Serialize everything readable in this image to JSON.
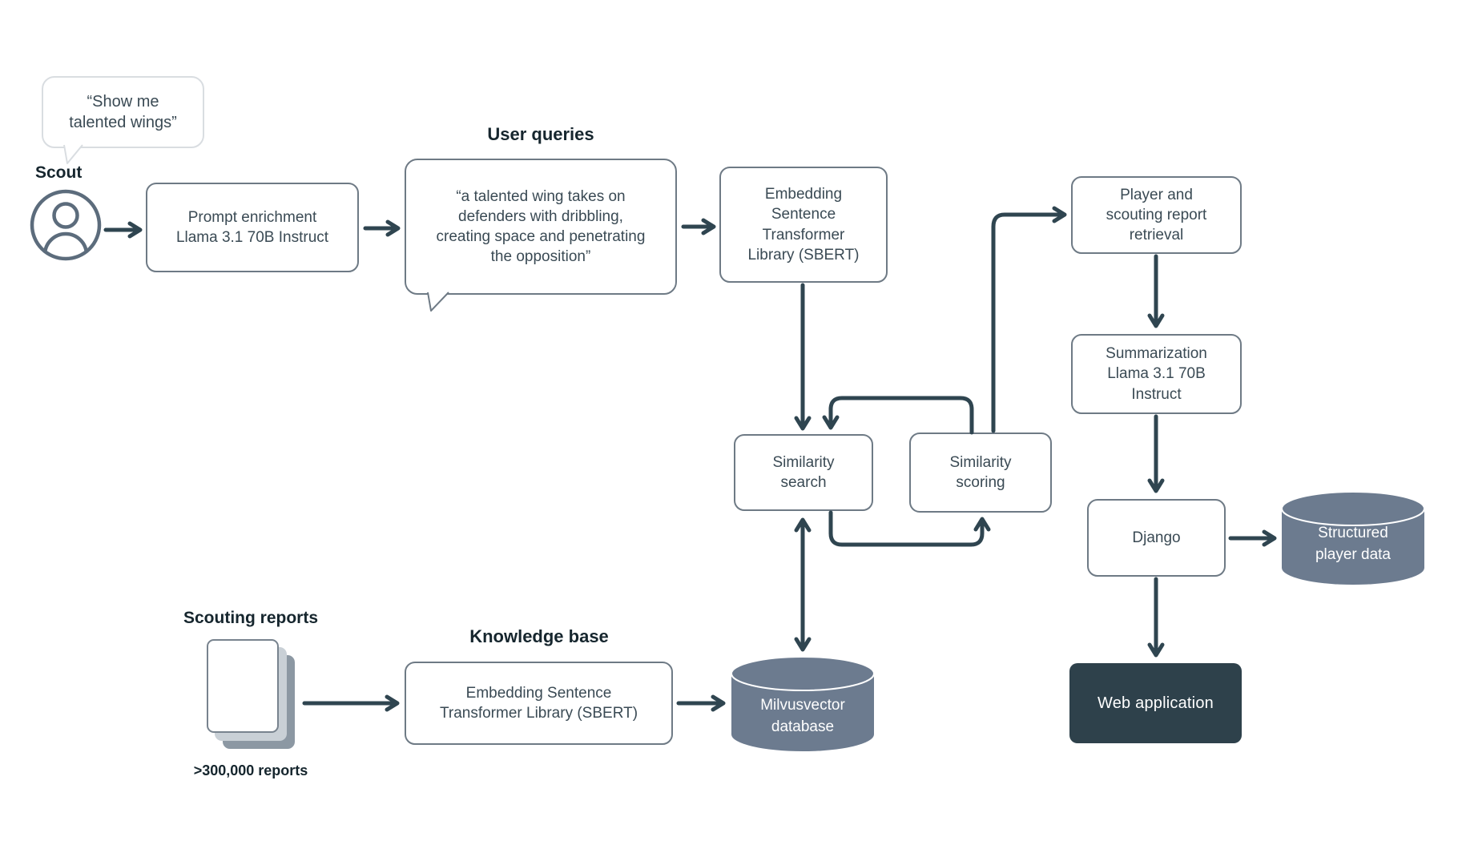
{
  "scout": {
    "quote": "“Show me\ntalented wings”",
    "label": "Scout"
  },
  "query_flow": {
    "prompt_enrichment": "Prompt enrichment\nLlama 3.1 70B Instruct",
    "user_queries_title": "User queries",
    "enriched_query": "“a talented wing takes on\ndefenders with dribbling,\ncreating space and penetrating\nthe opposition”",
    "embedding": "Embedding\nSentence\nTransformer\nLibrary (SBERT)"
  },
  "matching": {
    "similarity_search": "Similarity\nsearch",
    "similarity_scoring": "Similarity\nscoring"
  },
  "results_flow": {
    "player_retrieval": "Player and\nscouting report\nretrieval",
    "summarization": "Summarization\nLlama 3.1 70B\nInstruct",
    "django": "Django",
    "structured_player_data": "Structured\nplayer data",
    "web_application": "Web application"
  },
  "knowledge_base": {
    "scouting_reports_title": "Scouting reports",
    "reports_count": ">300,000 reports",
    "title": "Knowledge base",
    "embedding": "Embedding Sentence\nTransformer Library (SBERT)",
    "vector_db": "Milvusvector\ndatabase"
  },
  "colors": {
    "line": "#2F4550",
    "box_border": "#6E7A85",
    "cylinder_fill": "#6C7B8F",
    "dark_box_fill": "#2E414B",
    "text": "#3A4A54"
  }
}
